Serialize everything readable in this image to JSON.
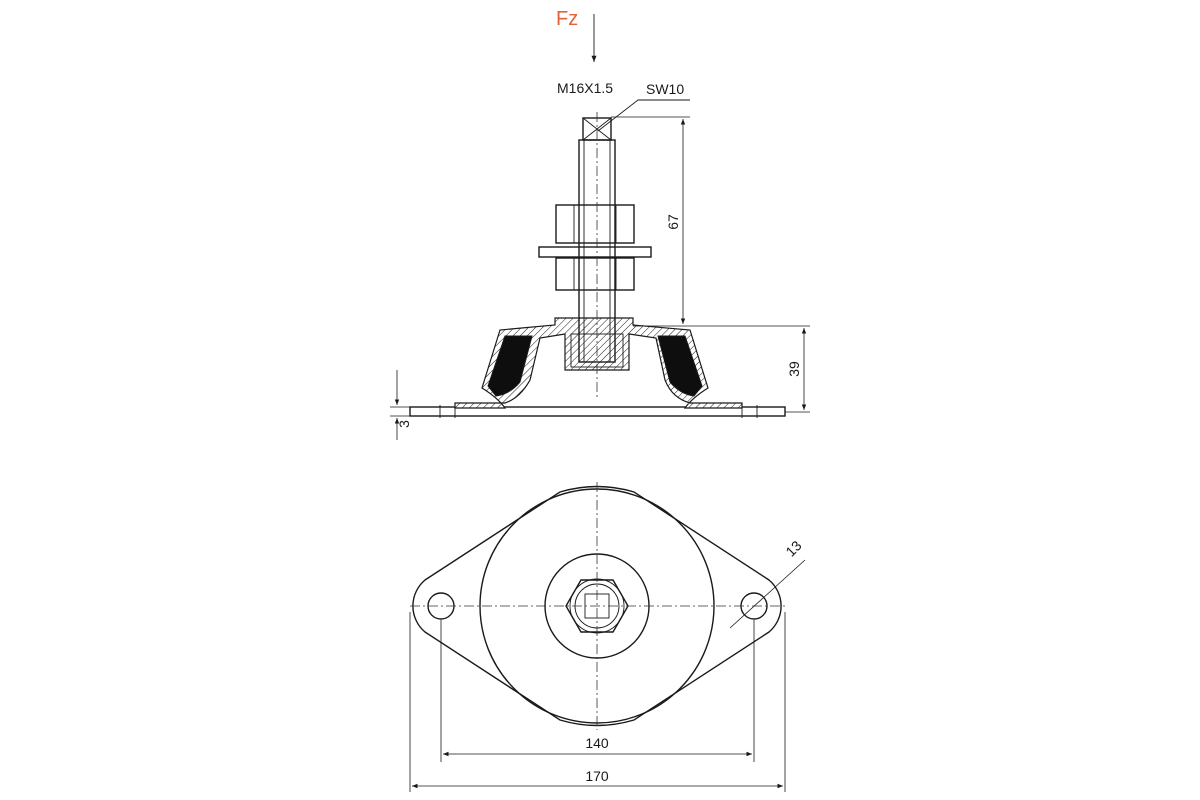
{
  "labels": {
    "force": "Fz",
    "thread": "M16X1.5",
    "wrench": "SW10"
  },
  "dimensions": {
    "stud_height": "67",
    "mount_height": "39",
    "plate_thickness": "3",
    "hole_diameter": "13",
    "hole_spacing": "140",
    "overall_length": "170"
  },
  "colors": {
    "force": "#e2623b",
    "line": "#1a1a1a",
    "rubber": "#0e0e0e"
  }
}
